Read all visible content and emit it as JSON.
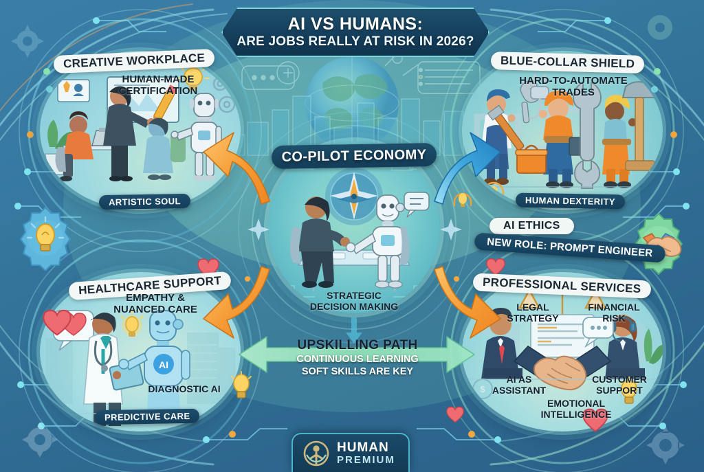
{
  "title": {
    "main": "AI VS HUMANS:",
    "sub": "ARE JOBS REALLY AT RISK IN 2026?"
  },
  "center": {
    "heading": "CO-PILOT ECONOMY",
    "footer_line1": "STRATEGIC",
    "footer_line2": "DECISION MAKING",
    "icon": "compass-icon"
  },
  "quadrants": {
    "top_left": {
      "heading": "CREATIVE WORKPLACE",
      "sub_line1": "HUMAN-MADE",
      "sub_line2": "CERTIFICATION",
      "footer": "ARTISTIC SOUL",
      "icons": [
        "lightbulb-icon",
        "gear-icon",
        "pencil-icon",
        "robot-icon",
        "plant-icon",
        "laptop-icon"
      ]
    },
    "top_right": {
      "heading": "BLUE-COLLAR SHIELD",
      "sub_line1": "HARD-TO-AUTOMATE",
      "sub_line2": "TRADES",
      "footer": "HUMAN DEXTERITY",
      "icons": [
        "wrench-icon",
        "hammer-icon",
        "toolbox-icon",
        "hardhat-icon",
        "pipe-icon"
      ]
    },
    "bottom_left": {
      "heading": "HEALTHCARE SUPPORT",
      "sub_line1": "EMPATHY &",
      "sub_line2": "NUANCED CARE",
      "inline_label": "DIAGNOSTIC AI",
      "footer": "PREDICTIVE CARE",
      "icons": [
        "heart-icon",
        "lightbulb-icon",
        "stethoscope-icon",
        "tablet-icon",
        "robot-icon",
        "ai-badge-icon"
      ]
    },
    "bottom_right": {
      "heading": "PROFESSIONAL SERVICES",
      "label_top_left": "LEGAL STRATEGY",
      "label_top_right": "FINANCIAL RISK",
      "label_bottom_left": "AI AS ASSISTANT",
      "label_bottom_right": "CUSTOMER SUPPORT",
      "label_center_bottom": "EMOTIONAL INTELLIGENCE",
      "icons": [
        "scales-icon",
        "handshake-icon",
        "document-icon",
        "chat-bubble-icon",
        "headset-icon",
        "plant-icon"
      ]
    }
  },
  "ethics": {
    "heading": "AI ETHICS",
    "sub": "NEW ROLE: PROMPT ENGINEER"
  },
  "upskilling": {
    "heading": "UPSKILLING PATH",
    "line1": "CONTINUOUS LEARNING",
    "line2": "SOFT SKILLS ARE KEY"
  },
  "footer": {
    "brand_line1": "HUMAN",
    "brand_line2": "PREMIUM",
    "icon": "person-in-circle-icon"
  },
  "side_icons": {
    "left": "lightbulb-in-gear-icon",
    "right": "handshake-in-gear-icon"
  },
  "colors": {
    "background_blue": "#36789f",
    "teal_accent": "#7fd6dd",
    "green_accent": "#7ed3a5",
    "orange_arrow": "#f2992e",
    "blue_arrow": "#3aa7de",
    "heart_red": "#ef5f6b",
    "dark_navy": "#143d59",
    "pill_white": "#f3f8f6"
  }
}
